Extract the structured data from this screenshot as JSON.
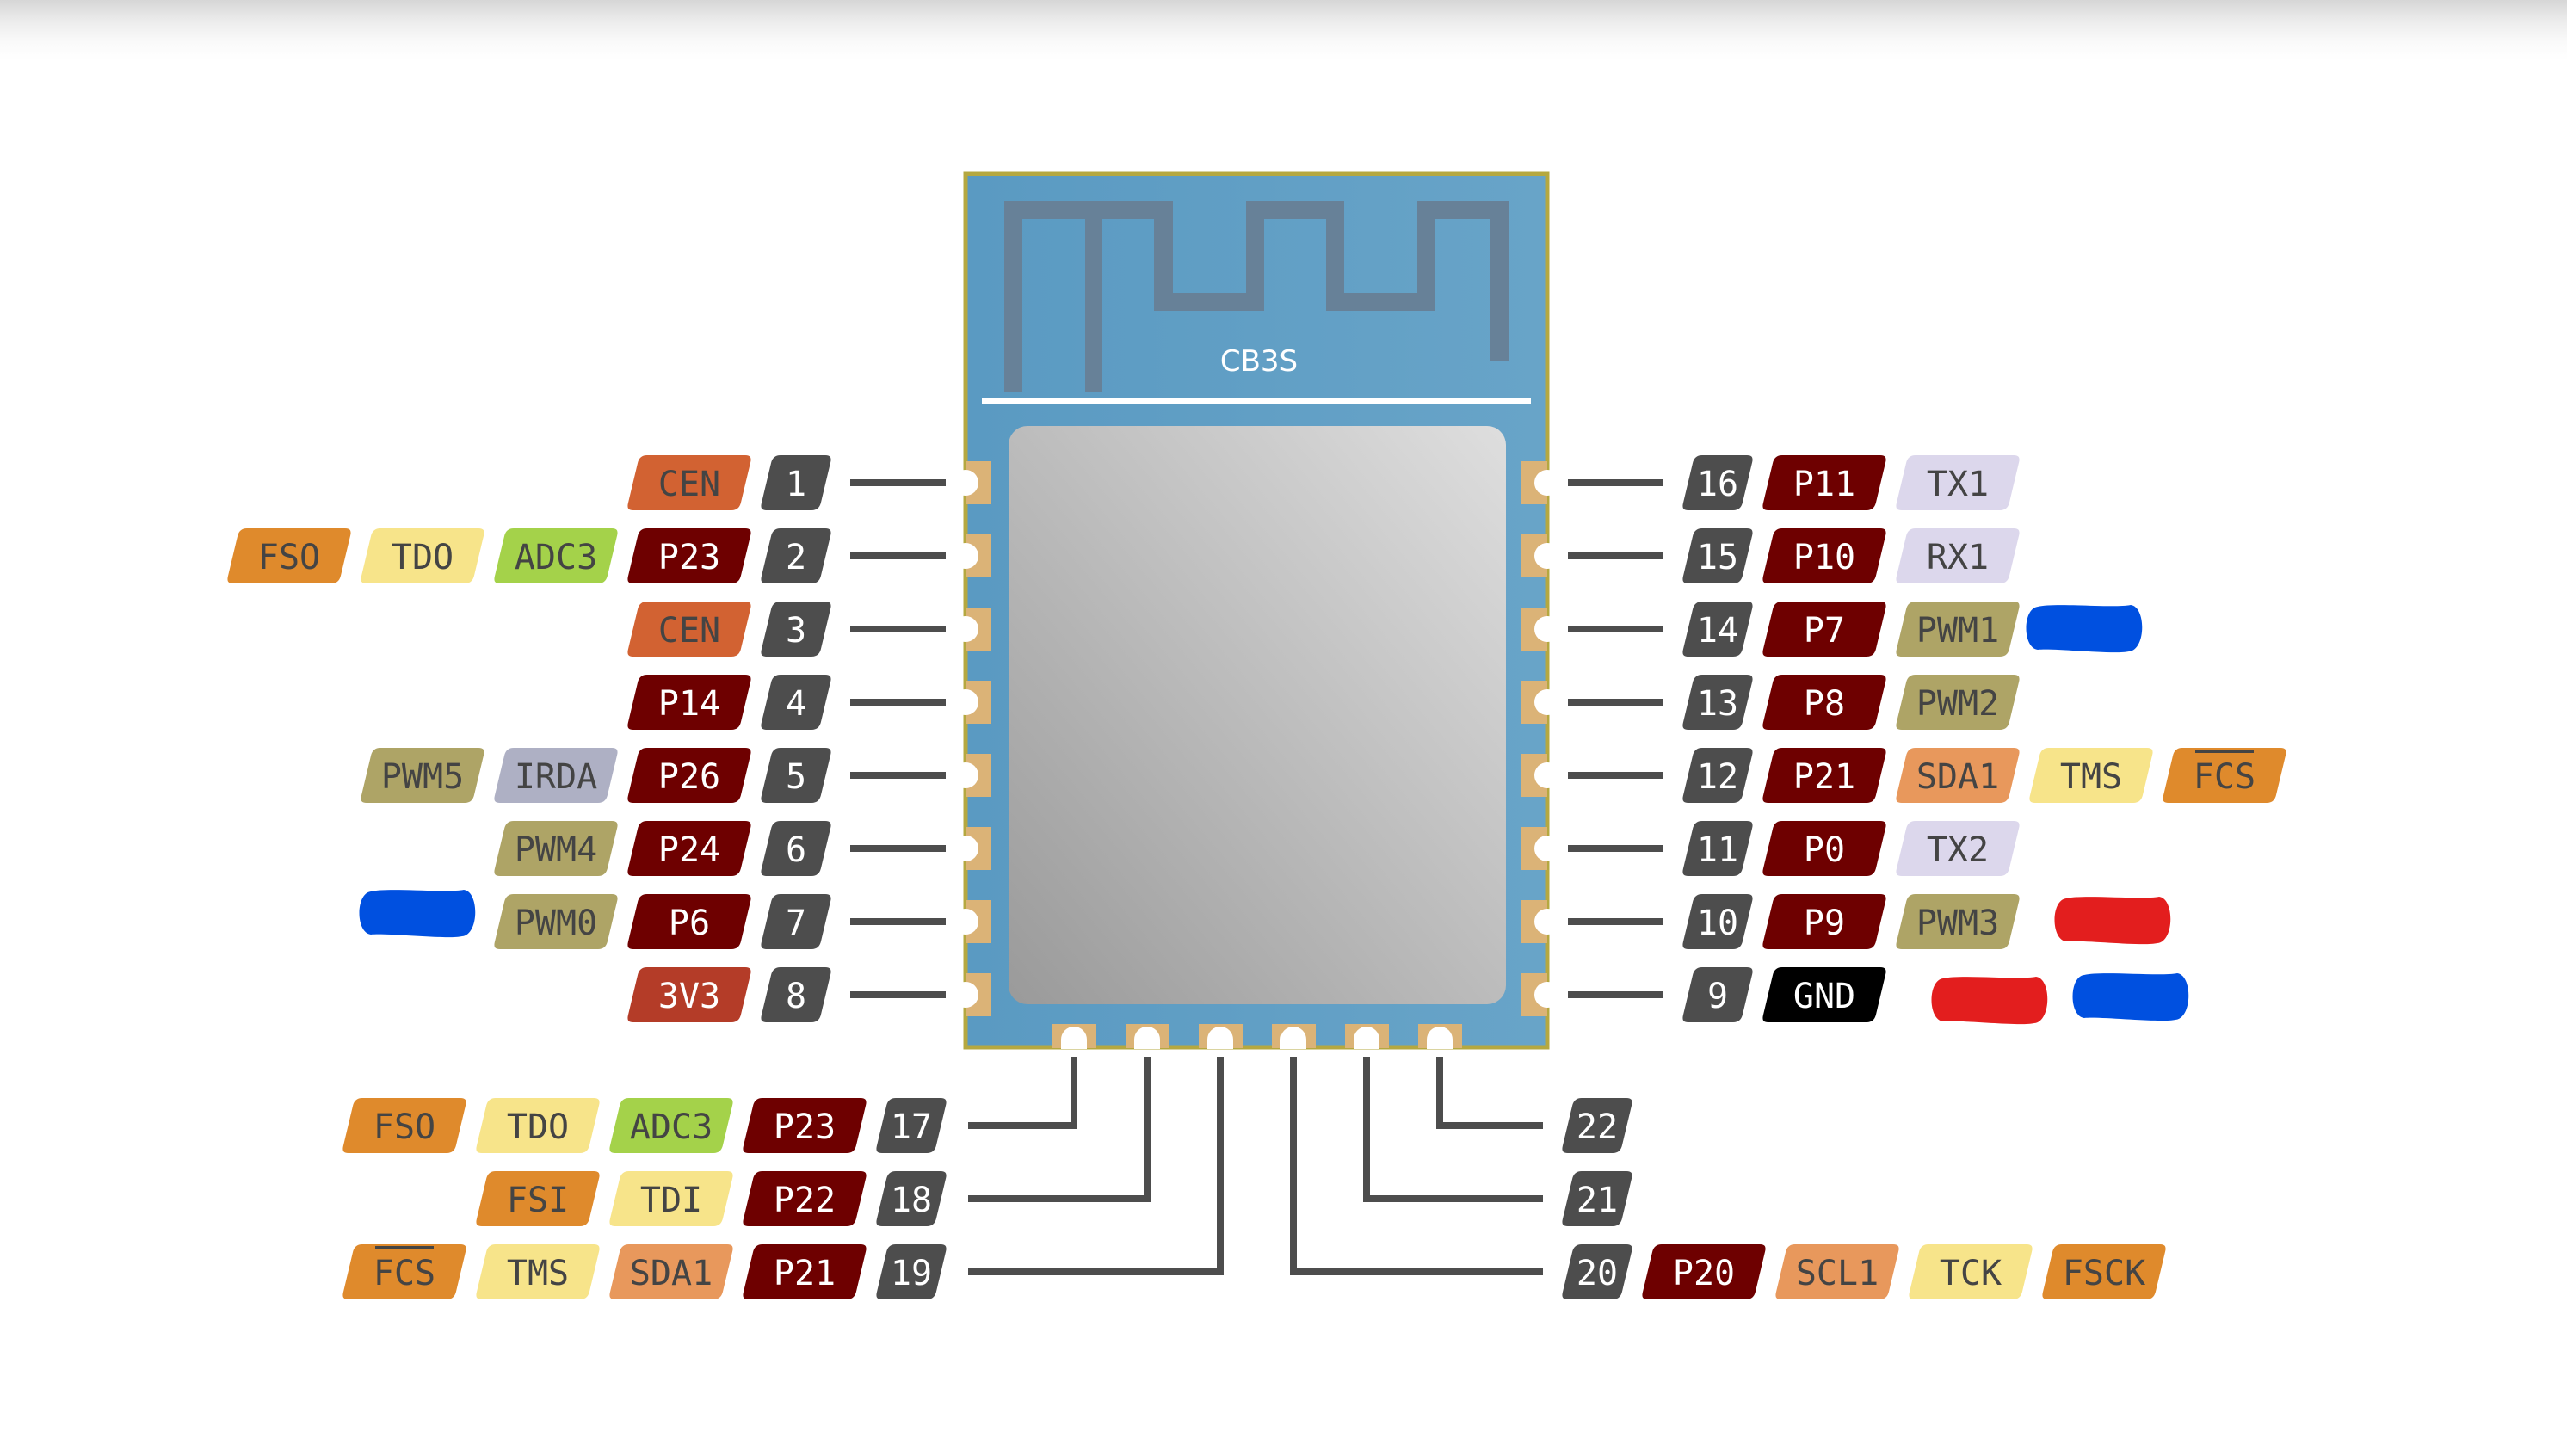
{
  "module": {
    "name": "CB3S",
    "colors": {
      "board": "#5b9cc4",
      "board_border": "#b5a840",
      "antenna": "#678198",
      "pad": "#dbb377",
      "shield_light": "#dcdcdc",
      "shield_dark": "#9c9c9c",
      "wire": "#4d4d4d"
    }
  },
  "label_styles": {
    "num": {
      "bg": "#4d4d4d",
      "fg": "#ffffff"
    },
    "gpio": {
      "bg": "#6e0000",
      "fg": "#ffffff"
    },
    "cen": {
      "bg": "#d26232",
      "fg": "#444444"
    },
    "pwr": {
      "bg": "#b43c28",
      "fg": "#ffffff"
    },
    "gnd": {
      "bg": "#000000",
      "fg": "#ffffff"
    },
    "flash": {
      "bg": "#df8a2c",
      "fg": "#444444"
    },
    "jtag": {
      "bg": "#f7e48a",
      "fg": "#444444"
    },
    "adc": {
      "bg": "#a4d24a",
      "fg": "#444444"
    },
    "pwm": {
      "bg": "#aea466",
      "fg": "#444444"
    },
    "irda": {
      "bg": "#aeb0c4",
      "fg": "#444444"
    },
    "uart": {
      "bg": "#dcd7ec",
      "fg": "#444444"
    },
    "i2c": {
      "bg": "#e8985c",
      "fg": "#444444"
    }
  },
  "pins": {
    "left": [
      {
        "num": "1",
        "labels": [
          {
            "text": "CEN",
            "type": "cen"
          }
        ]
      },
      {
        "num": "2",
        "labels": [
          {
            "text": "P23",
            "type": "gpio"
          },
          {
            "text": "ADC3",
            "type": "adc"
          },
          {
            "text": "TDO",
            "type": "jtag"
          },
          {
            "text": "FSO",
            "type": "flash"
          }
        ]
      },
      {
        "num": "3",
        "labels": [
          {
            "text": "CEN",
            "type": "cen"
          }
        ]
      },
      {
        "num": "4",
        "labels": [
          {
            "text": "P14",
            "type": "gpio"
          }
        ]
      },
      {
        "num": "5",
        "labels": [
          {
            "text": "P26",
            "type": "gpio"
          },
          {
            "text": "IRDA",
            "type": "irda"
          },
          {
            "text": "PWM5",
            "type": "pwm"
          }
        ]
      },
      {
        "num": "6",
        "labels": [
          {
            "text": "P24",
            "type": "gpio"
          },
          {
            "text": "PWM4",
            "type": "pwm"
          }
        ]
      },
      {
        "num": "7",
        "labels": [
          {
            "text": "P6",
            "type": "gpio"
          },
          {
            "text": "PWM0",
            "type": "pwm"
          }
        ]
      },
      {
        "num": "8",
        "labels": [
          {
            "text": "3V3",
            "type": "pwr"
          }
        ]
      }
    ],
    "right": [
      {
        "num": "16",
        "labels": [
          {
            "text": "P11",
            "type": "gpio"
          },
          {
            "text": "TX1",
            "type": "uart"
          }
        ]
      },
      {
        "num": "15",
        "labels": [
          {
            "text": "P10",
            "type": "gpio"
          },
          {
            "text": "RX1",
            "type": "uart"
          }
        ]
      },
      {
        "num": "14",
        "labels": [
          {
            "text": "P7",
            "type": "gpio"
          },
          {
            "text": "PWM1",
            "type": "pwm"
          }
        ]
      },
      {
        "num": "13",
        "labels": [
          {
            "text": "P8",
            "type": "gpio"
          },
          {
            "text": "PWM2",
            "type": "pwm"
          }
        ]
      },
      {
        "num": "12",
        "labels": [
          {
            "text": "P21",
            "type": "gpio"
          },
          {
            "text": "SDA1",
            "type": "i2c"
          },
          {
            "text": "TMS",
            "type": "jtag"
          },
          {
            "text": "FCS",
            "type": "flash",
            "overline": true
          }
        ]
      },
      {
        "num": "11",
        "labels": [
          {
            "text": "P0",
            "type": "gpio"
          },
          {
            "text": "TX2",
            "type": "uart"
          }
        ]
      },
      {
        "num": "10",
        "labels": [
          {
            "text": "P9",
            "type": "gpio"
          },
          {
            "text": "PWM3",
            "type": "pwm"
          }
        ]
      },
      {
        "num": "9",
        "labels": [
          {
            "text": "GND",
            "type": "gnd"
          }
        ]
      }
    ],
    "bottom_left": [
      {
        "num": "17",
        "labels": [
          {
            "text": "P23",
            "type": "gpio"
          },
          {
            "text": "ADC3",
            "type": "adc"
          },
          {
            "text": "TDO",
            "type": "jtag"
          },
          {
            "text": "FSO",
            "type": "flash"
          }
        ]
      },
      {
        "num": "18",
        "labels": [
          {
            "text": "P22",
            "type": "gpio"
          },
          {
            "text": "TDI",
            "type": "jtag"
          },
          {
            "text": "FSI",
            "type": "flash"
          }
        ]
      },
      {
        "num": "19",
        "labels": [
          {
            "text": "P21",
            "type": "gpio"
          },
          {
            "text": "SDA1",
            "type": "i2c"
          },
          {
            "text": "TMS",
            "type": "jtag"
          },
          {
            "text": "FCS",
            "type": "flash",
            "overline": true
          }
        ]
      }
    ],
    "bottom_right": [
      {
        "num": "22",
        "labels": []
      },
      {
        "num": "21",
        "labels": []
      },
      {
        "num": "20",
        "labels": [
          {
            "text": "P20",
            "type": "gpio"
          },
          {
            "text": "SCL1",
            "type": "i2c"
          },
          {
            "text": "TCK",
            "type": "jtag"
          },
          {
            "text": "FSCK",
            "type": "flash"
          }
        ]
      }
    ]
  },
  "annotations": [
    {
      "side": "left",
      "pin": "7",
      "color": "#0050e0",
      "name": "blue"
    },
    {
      "side": "right",
      "pin": "14",
      "color": "#0050e0",
      "name": "blue"
    },
    {
      "side": "right",
      "pin": "10",
      "color": "#e31e1e",
      "name": "red"
    },
    {
      "side": "right",
      "pin": "9",
      "color": "#e31e1e",
      "name": "red"
    },
    {
      "side": "right",
      "pin": "9",
      "color": "#0050e0",
      "name": "blue"
    }
  ]
}
